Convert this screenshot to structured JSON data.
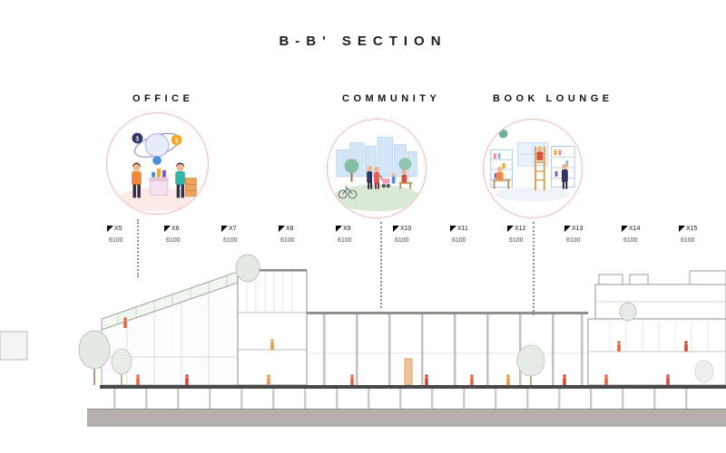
{
  "title": "B-B' SECTION",
  "callouts": {
    "office": {
      "label": "OFFICE"
    },
    "community": {
      "label": "COMMUNITY"
    },
    "book_lounge": {
      "label": "BOOK LOUNGE"
    }
  },
  "grid": {
    "markers": [
      {
        "label": "X5",
        "dim": "6100"
      },
      {
        "label": "X6",
        "dim": "6100"
      },
      {
        "label": "X7",
        "dim": "6100"
      },
      {
        "label": "X8",
        "dim": "6100"
      },
      {
        "label": "X9",
        "dim": "6100"
      },
      {
        "label": "X10",
        "dim": "6100"
      },
      {
        "label": "X11",
        "dim": "6100"
      },
      {
        "label": "X12",
        "dim": "6100"
      },
      {
        "label": "X13",
        "dim": "6100"
      },
      {
        "label": "X14",
        "dim": "6100"
      },
      {
        "label": "X15",
        "dim": "6100"
      }
    ]
  },
  "colors": {
    "circle_outline_pink": "#f3b9b4",
    "figure_orange": "#f08a3c",
    "figure_red": "#d94f3d",
    "foundation_gray": "#b3b0ac",
    "structure_gray": "#9aa0a0",
    "foliage_green": "#e3eae2"
  }
}
